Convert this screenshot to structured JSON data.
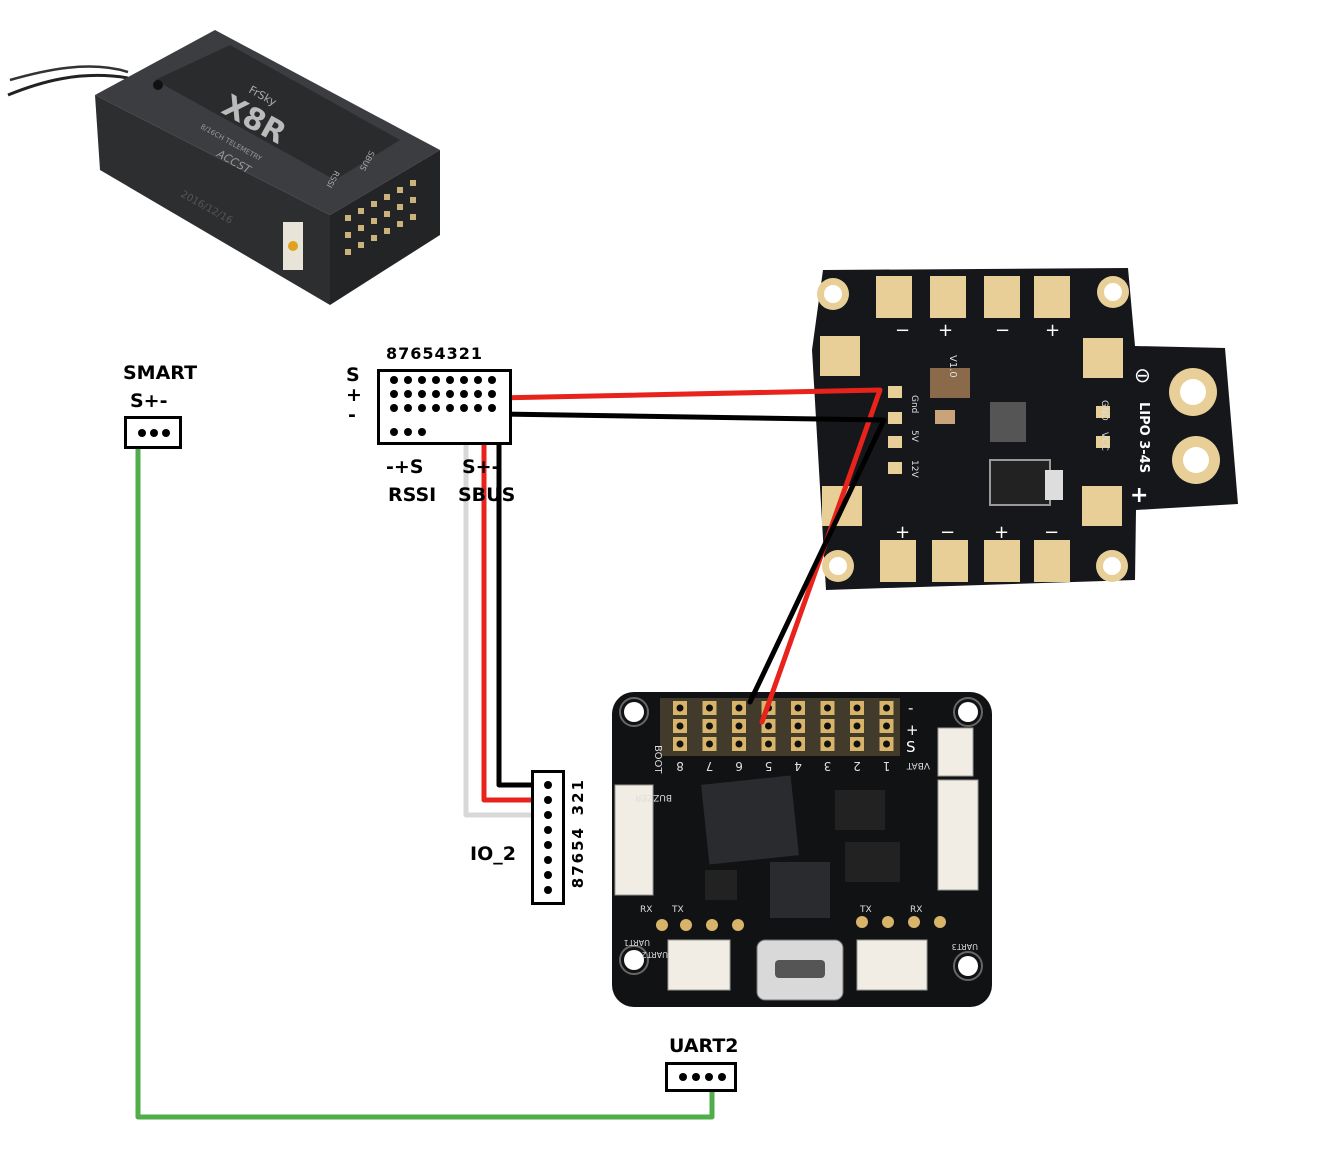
{
  "receiver": {
    "brand": "FrSky",
    "model": "X8R",
    "subtitle": "8/16CH TELEMETRY",
    "accst": "ACCST",
    "date": "2016/12/16",
    "port_labels": {
      "sbus": "SBUS",
      "rssi": "RSSI"
    }
  },
  "labels": {
    "smart_title": "SMART",
    "smart_pins": "S+-",
    "rx_pin_numbers": "87654321",
    "rx_row_s": "S",
    "rx_row_plus": "+",
    "rx_row_minus": "-",
    "rssi_pins": "-+S",
    "rssi_title": "RSSI",
    "sbus_pins": "S+-",
    "sbus_title": "SBUS",
    "io2_title": "IO_2",
    "io2_numbers_top": "321",
    "io2_numbers_bottom": "87654",
    "uart2_title": "UART2"
  },
  "pdb": {
    "version": "V1.0",
    "lipo": "LIPO 3-4S",
    "minus_sign": "⊖",
    "plus_sign": "+",
    "pad_gnd": "GND",
    "pad_vcc": "VCC",
    "pad_5v": "5V",
    "pad_12v": "12V",
    "pad_gnd2": "Gnd"
  },
  "fc": {
    "boot": "BOOT",
    "buzzer": "BUZZER",
    "vbat": "VBAT",
    "uart1": "UART1",
    "uart2": "UART2",
    "uart3": "UART3",
    "rx": "RX",
    "tx": "TX",
    "s": "S",
    "plus": "+",
    "minus": "-",
    "pin_numbers": [
      "8",
      "7",
      "6",
      "5",
      "4",
      "3",
      "2",
      "1"
    ]
  },
  "colors": {
    "wire_red": "#e8231b",
    "wire_black": "#000000",
    "wire_white": "#d8d8d8",
    "wire_green": "#4fae4a",
    "pcb": "#15171a",
    "pad_gold": "#e8cf98"
  }
}
